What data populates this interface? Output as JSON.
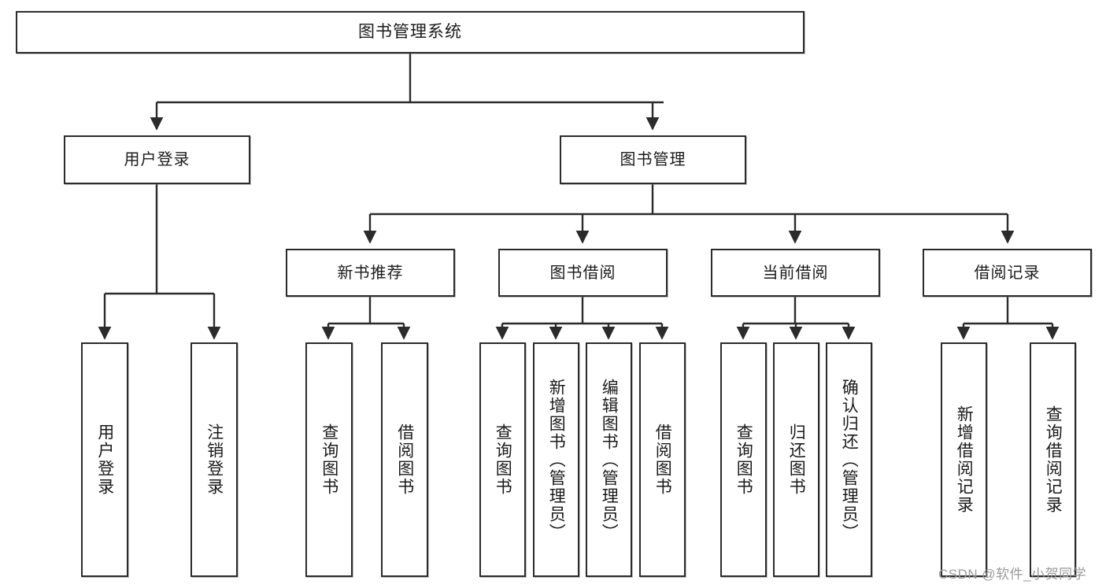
{
  "diagram": {
    "title": "图书管理系统",
    "watermark": "CSDN @软件_小贺同学",
    "levels": {
      "root": {
        "label": "图书管理系统"
      },
      "level2": [
        {
          "key": "user_login",
          "label": "用户登录"
        },
        {
          "key": "book_manage",
          "label": "图书管理"
        }
      ],
      "level3": [
        {
          "key": "new_book_rec",
          "label": "新书推荐"
        },
        {
          "key": "book_borrow",
          "label": "图书借阅"
        },
        {
          "key": "current_borrow",
          "label": "当前借阅"
        },
        {
          "key": "borrow_record",
          "label": "借阅记录"
        }
      ],
      "leaves": {
        "user_login": [
          {
            "label": "用户登录"
          },
          {
            "label": "注销登录"
          }
        ],
        "new_book_rec": [
          {
            "label": "查询图书"
          },
          {
            "label": "借阅图书"
          }
        ],
        "book_borrow": [
          {
            "label": "查询图书"
          },
          {
            "label": "新增图书（管理员）"
          },
          {
            "label": "编辑图书（管理员）"
          },
          {
            "label": "借阅图书"
          }
        ],
        "current_borrow": [
          {
            "label": "查询图书"
          },
          {
            "label": "归还图书"
          },
          {
            "label": "确认归还（管理员）"
          }
        ],
        "borrow_record": [
          {
            "label": "新增借阅记录"
          },
          {
            "label": "查询借阅记录"
          }
        ]
      }
    },
    "colors": {
      "stroke": "#2b2b2b",
      "fill": "#ffffff",
      "text": "#1a1a1a",
      "watermark": "#9a9a9a"
    }
  }
}
